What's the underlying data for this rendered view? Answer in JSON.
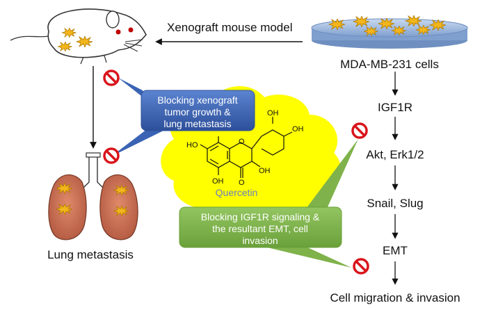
{
  "mouse_model_label": "Xenograft mouse model",
  "cells_label": "MDA-MB-231 cells",
  "pathway": [
    "IGF1R",
    "Akt, Erk1/2",
    "Snail, Slug",
    "EMT",
    "Cell migration & invasion"
  ],
  "lung_label": "Lung metastasis",
  "compound_label": "Quercetin",
  "callout_blue": [
    "Blocking xenograft",
    "tumor growth &",
    "lung metastasis"
  ],
  "callout_green": [
    "Blocking IGF1R signaling &",
    "the resultant EMT, cell",
    "invasion"
  ],
  "atom_labels": {
    "oh_top_left": "OH",
    "oh_top_right": "OH",
    "ho_left": "HO",
    "oh_right": "OH",
    "oh_bottom": "OH",
    "o_ring": "O",
    "o_carbonyl": "O"
  },
  "colors": {
    "blue_callout": "#3a63b4",
    "green_callout": "#7fb24a",
    "cloud": "#ffff00",
    "tumor": "#f2b51c",
    "lung": "#c8735a",
    "inhibit": "#d9141b",
    "dish": "#9db8dd",
    "quercetin": "#6a7fc0"
  },
  "icons": [
    "mouse-icon",
    "petri-dish-icon",
    "lungs-icon",
    "no-entry-icon",
    "tumor-star-icon"
  ]
}
